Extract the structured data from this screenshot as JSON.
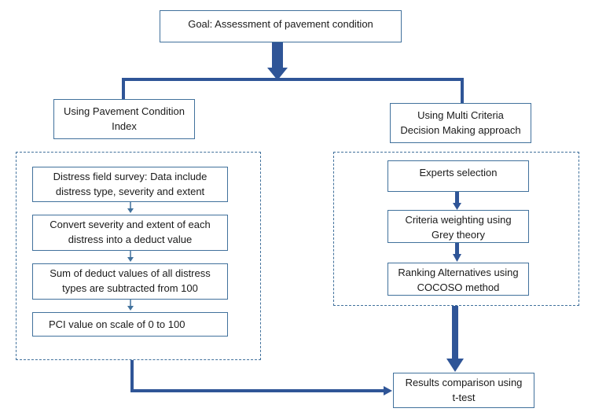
{
  "goal": {
    "text": "Goal: Assessment of pavement condition"
  },
  "left_branch": {
    "title": [
      "Using Pavement Condition",
      "Index"
    ],
    "steps": [
      [
        "Distress field survey: Data include",
        "distress type, severity and extent"
      ],
      [
        "Convert severity and extent of each",
        "distress into a deduct value"
      ],
      [
        "Sum of deduct values of all distress",
        "types are subtracted from 100"
      ],
      [
        "PCI value on scale of 0 to 100"
      ]
    ]
  },
  "right_branch": {
    "title": [
      "Using Multi Criteria",
      "Decision Making approach"
    ],
    "steps": [
      [
        "Experts selection"
      ],
      [
        "Criteria weighting using",
        "Grey theory"
      ],
      [
        "Ranking Alternatives using",
        "COCOSO method"
      ]
    ]
  },
  "result": {
    "text": [
      "Results comparison using",
      "t-test"
    ]
  },
  "colors": {
    "border": "#41719c",
    "arrow": "#2f5597"
  }
}
